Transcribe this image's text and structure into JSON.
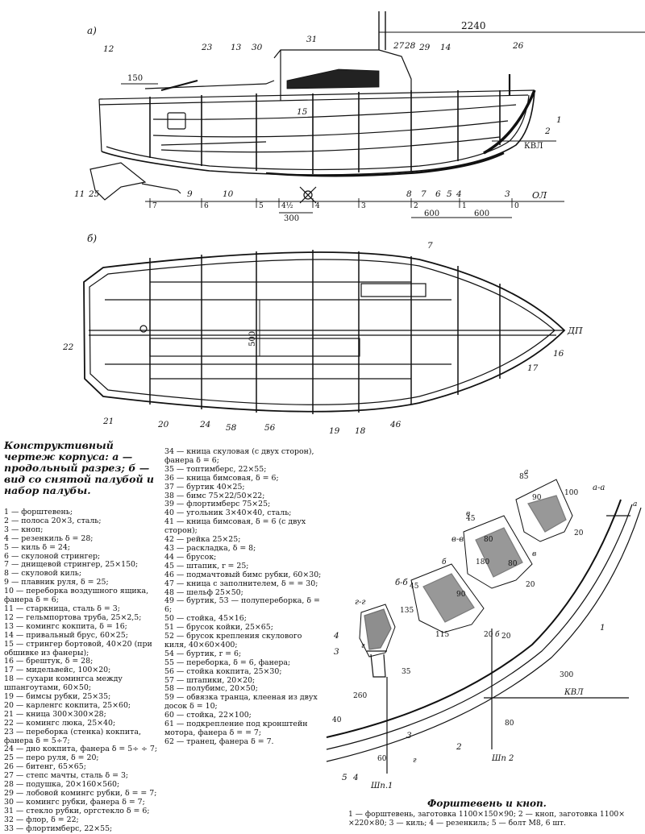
{
  "views": {
    "a_label": "а)",
    "b_label": "б)",
    "dim_2240": "2240",
    "dim_150": "150",
    "dim_300": "300",
    "dim_600a": "600",
    "dim_600b": "600",
    "dim_500": "500",
    "kvl": "КВЛ",
    "ol": "ОЛ",
    "dp": "ДП",
    "stations": [
      "7",
      "6",
      "5",
      "4½",
      "4",
      "3",
      "2",
      "1",
      "0"
    ],
    "callouts_a": [
      "12",
      "23",
      "13",
      "30",
      "31",
      "27",
      "28",
      "29",
      "14",
      "26",
      "15",
      "1",
      "2",
      "11",
      "25",
      "9",
      "10",
      "8",
      "7",
      "6",
      "5",
      "4",
      "3"
    ],
    "callouts_b": [
      "7",
      "22",
      "16",
      "17",
      "21",
      "20",
      "24",
      "58",
      "56",
      "19",
      "18",
      "46"
    ]
  },
  "legend": {
    "title": "Конструктивный чертеж корпуса: а — продольный разрез; б — вид со снятой палубой и набор палубы.",
    "items_left": [
      "1 — форштевень;",
      "2 — полоса 20×3, сталь;",
      "3 — кноп;",
      "4 — резенкиль δ = 28;",
      "5 — киль δ = 24;",
      "6 — скулоной стрингер;",
      "7 — днищевой стрингер, 25×150;",
      "8 — скуловой киль;",
      "9 — плавник руля, δ = 25;",
      "10 — переборка воздушного ящика, фанера δ = 6;",
      "11 — старкница, сталь δ = 3;",
      "12 — гельмпортова труба, 25×2,5;",
      "13 — комингс кокпита, δ = 16;",
      "14 — привальный брус, 60×25;",
      "15 — стрингер бортовой, 40×20 (при обшивке из фанеры);",
      "16 — брештук, δ = 28;",
      "17 — мидельвейс, 100×20;",
      "18 — сухари комингса между шпангоутами, 60×50;",
      "19 — бимсы рубки, 25×35;",
      "20 — карленгс кокпита, 25×60;",
      "21 — кница 300×300×28;",
      "22 — комингс люка, 25×40;",
      "23 — переборка (стенка) кокпита, фанера δ = 5÷7;",
      "24 — дно кокпита, фанера δ = 5÷ ÷ 7;",
      "25 — перо руля, δ = 20;",
      "26 — битенг, 65×65;",
      "27 — степс мачты, сталь δ = 3;",
      "28 — подушка, 20×160×560;",
      "29 — лобовой комингс рубки, δ = = 7;",
      "30 — комингс рубки, фанера δ = 7;",
      "31 — стекло рубки, оргстекло δ = 6;",
      "32 — флор, δ = 22;",
      "33 — флортимберс, 22×55;"
    ],
    "items_right": [
      "34 — кница скуловая (с двух сторон), фанера δ = 6;",
      "35 — топтимберс, 22×55;",
      "36 — кница бимсовая, δ = 6;",
      "37 — буртик 40×25;",
      "38 — бимс 75×22/50×22;",
      "39 — флортимберс 75×25;",
      "40 — угольник 3×40×40, сталь;",
      "41 — кница бимсовая, δ = 6 (с двух сторон);",
      "42 — рейка 25×25;",
      "43 — раскладка, δ = 8;",
      "44 — брусок;",
      "45 — штапик, r = 25;",
      "46 — подмачтовый бимс рубки, 60×30;",
      "47 — кница с заполнителем, δ = = 30;",
      "48 — шельф 25×50;",
      "49 — буртик, 53 — полупереборка, δ = 6;",
      "50 — стойка, 45×16;",
      "51 — брусок койки, 25×65;",
      "52 — брусок крепления скулового киля, 40×60×400;",
      "54 — буртик, r = 6;",
      "55 — переборка, δ = 6, фанера;",
      "56 — стойка кокпита, 25×30;",
      "57 — штапики, 20×20;",
      "58 — полубимс, 20×50;",
      "59 — обвязка транца, клееная из двух досок δ = 10;",
      "60 — стойка, 22×100;",
      "61 — подкрепление под кронштейн мотора, фанера δ = = 7;",
      "62 — транец, фанера δ = 7."
    ]
  },
  "stem": {
    "sec_aa": "а-а",
    "sec_vv": "в-в",
    "sec_bb": "б-б",
    "sec_gg": "г-г",
    "dims_aa": [
      "85",
      "90",
      "100",
      "20"
    ],
    "dims_vv": [
      "45",
      "80",
      "180",
      "80",
      "20"
    ],
    "dims_bb": [
      "45",
      "135",
      "90",
      "115",
      "20",
      "20"
    ],
    "dims_gg": [
      "35"
    ],
    "dims_main": [
      "260",
      "40",
      "300",
      "80",
      "60"
    ],
    "marks": [
      "а",
      "а",
      "в",
      "в",
      "б",
      "б",
      "г",
      "г"
    ],
    "callouts": [
      "1",
      "2",
      "3",
      "4",
      "5",
      "4",
      "3"
    ],
    "kvl": "КВЛ",
    "shp1": "Шп.1",
    "shp2": "Шп 2",
    "caption_title": "Форштевень и кноп.",
    "caption_text": "1 — форштевень, заготовка 1100×150×90; 2 — кноп, заготовка 1100× ×220×80; 3 — киль; 4 — резенкиль; 5 — болт М8, 6 шт."
  }
}
